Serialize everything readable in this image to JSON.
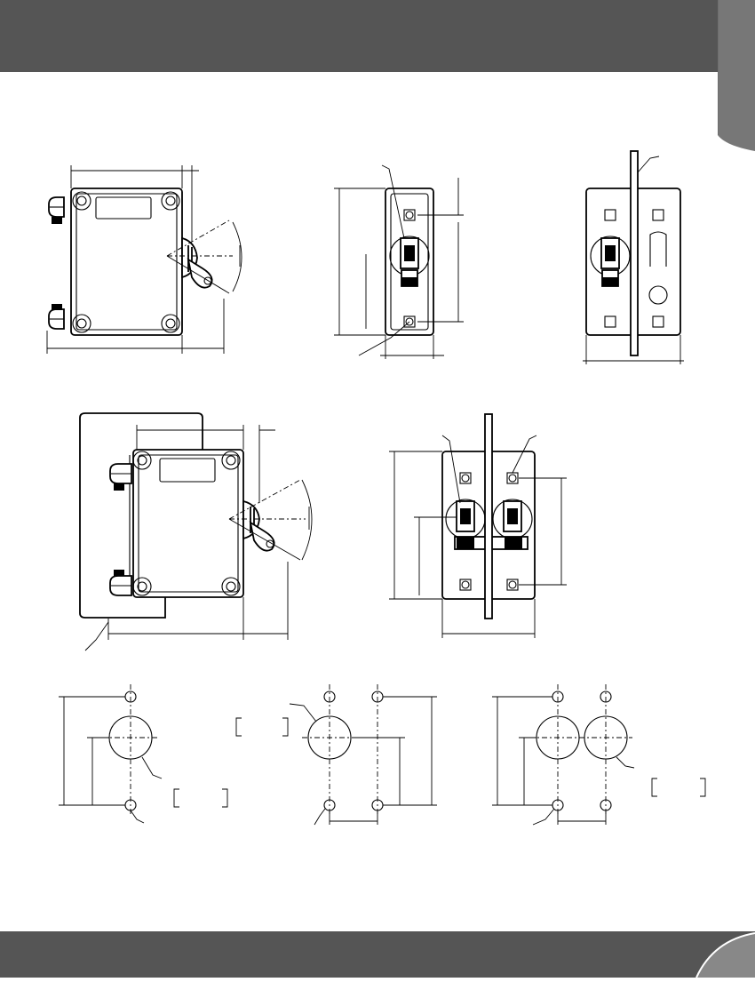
{
  "header": {
    "background_color": "#555555"
  },
  "side_tab": {
    "color": "#777777"
  },
  "footer": {
    "background_color": "#555555",
    "corner_color": "#888888"
  },
  "figures": [
    {
      "name": "side-view-single-pole"
    },
    {
      "name": "front-view-single-pole"
    },
    {
      "name": "front-view-two-pole-handle-tie"
    },
    {
      "name": "side-view-with-panel-cover"
    },
    {
      "name": "front-view-two-pole"
    },
    {
      "name": "panel-cutout-single-pole"
    },
    {
      "name": "panel-cutout-two-pole-single-hole"
    },
    {
      "name": "panel-cutout-two-pole-two-holes"
    }
  ]
}
